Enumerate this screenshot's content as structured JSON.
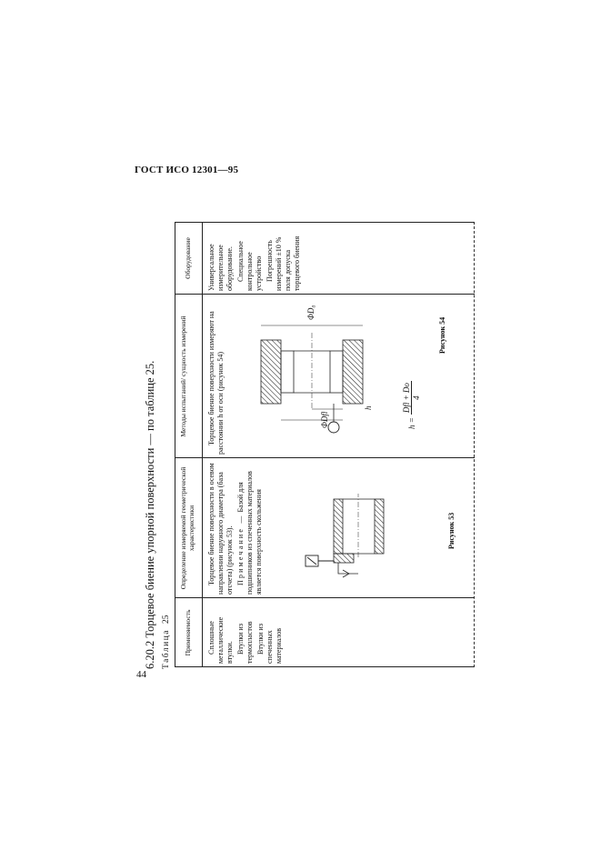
{
  "header": {
    "standard": "ГОСТ ИСО 12301—95"
  },
  "page_number": "44",
  "section": {
    "title": "6.20.2 Торцевое биение упорной поверхности — по таблице 25."
  },
  "table": {
    "label": "Таблица",
    "number": "25",
    "columns": [
      "Применяемость",
      "Определение измеряемой геометрической характеристики",
      "Методы испытаний/ сущность измерений",
      "Оборудование"
    ],
    "applicability": [
      "Сплошные металлические втулки.",
      "Втулки из термопластов",
      "Втулки из спеченных материалов"
    ],
    "definition": {
      "text": "Торцевое биение поверхности в осевом направлении наружного диаметра (база отсчета) (рисунок 53).",
      "note_label": "Примечание —",
      "note_text": "Базой для подшипников из спеченных материалов является поверхность скольжения",
      "figure_caption": "Рисунок 53"
    },
    "method": {
      "text": "Торцевое биение поверхности измеряют на расстоянии h от оси (рисунок 54)",
      "figure_caption": "Рисунок 54",
      "dim_do": "ΦD₀",
      "dim_dfl": "ΦDfl",
      "dim_h": "h",
      "formula_lhs": "h =",
      "formula_num": "Dfl + Do",
      "formula_den": "4"
    },
    "equipment": [
      "Универсальное измерительное оборудование.",
      "Специальное контрольное устройство",
      "Погрешность измерений ±10 % поля допуска торцевого биения"
    ]
  }
}
